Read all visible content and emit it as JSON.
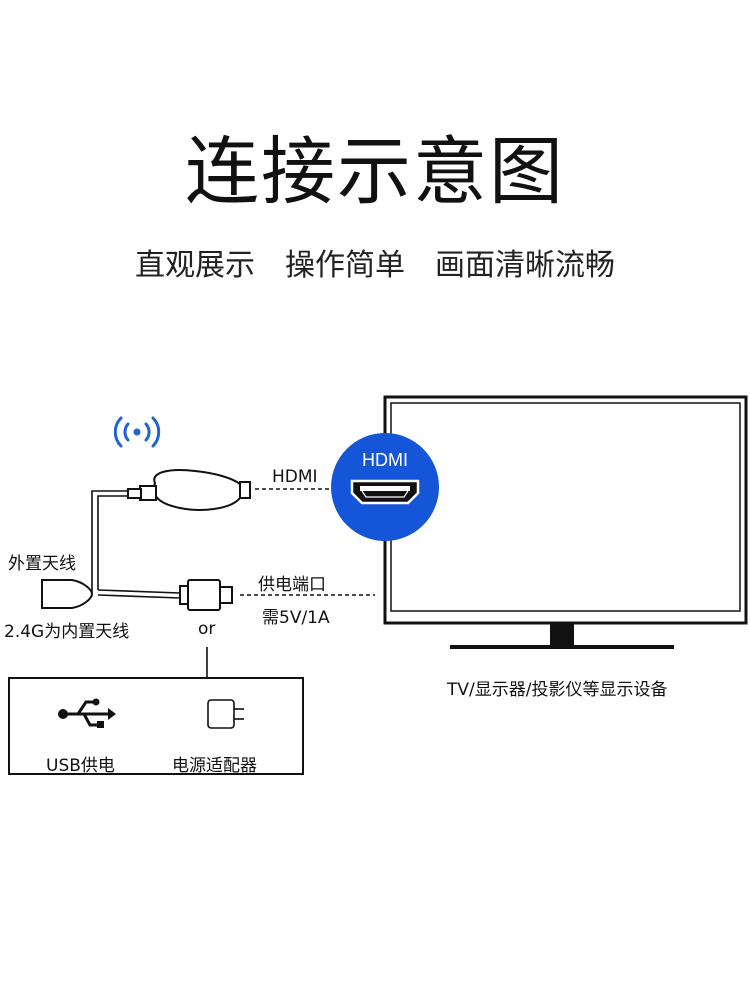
{
  "title": "连接示意图",
  "subtitle": [
    "直观展示",
    "操作简单",
    "画面清晰流畅"
  ],
  "labels": {
    "hdmi_line": "HDMI",
    "hdmi_badge": "HDMI",
    "external_antenna": "外置天线",
    "internal_antenna": "2.4G为内置天线",
    "power_port": "供电端口",
    "power_requirement": "需5V/1A",
    "or": "or",
    "tv_caption": "TV/显示器/投影仪等显示设备"
  },
  "power_options": [
    {
      "label": "USB供电",
      "icon": "usb-icon"
    },
    {
      "label": "电源适配器",
      "icon": "power-adapter-icon"
    }
  ],
  "colors": {
    "hdmi_badge": "#1556d8",
    "wifi": "#1f63d6",
    "line": "#111111"
  }
}
